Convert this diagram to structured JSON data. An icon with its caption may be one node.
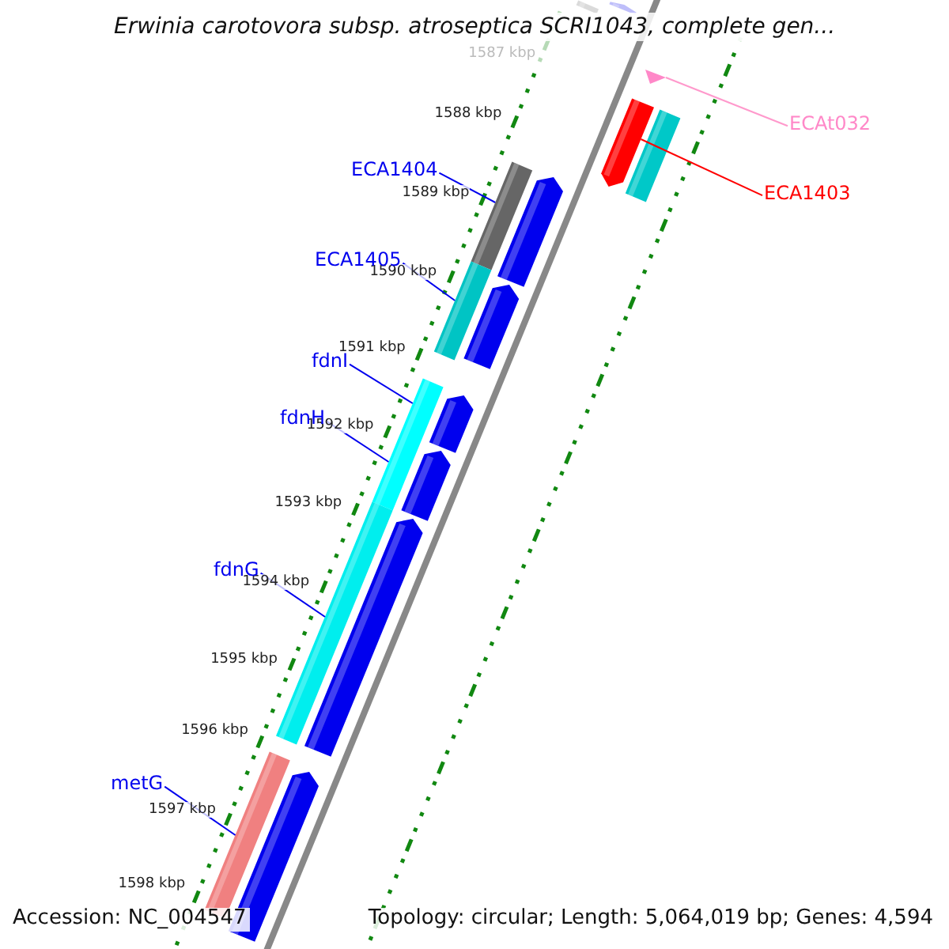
{
  "diagram": {
    "title": "Erwinia carotovora subsp. atroseptica SCRI1043, complete gen...",
    "nodes": [
      {
        "text": [
          "ECAt032"
        ]
      },
      {
        "text": [
          "ECA1404"
        ]
      },
      {
        "text": [
          "ECA1403"
        ]
      },
      {
        "text": [
          "ECA1405"
        ]
      },
      {
        "text": [
          "fdnI"
        ]
      },
      {
        "text": [
          "fdnH"
        ]
      },
      {
        "text": [
          "fdnG"
        ]
      },
      {
        "text": [
          "metG"
        ]
      },
      {
        "text": [],
        "shape": "bar"
      },
      {
        "text": [],
        "shape": "bar"
      },
      {
        "text": [],
        "shape": "triangle"
      },
      {
        "text": [],
        "shape": "bar"
      },
      {
        "text": [],
        "shape": "bar"
      },
      {
        "text": [],
        "shape": "bar"
      },
      {
        "text": [],
        "shape": "bar"
      },
      {
        "text": [],
        "shape": "bar"
      },
      {
        "text": [],
        "shape": "bar"
      },
      {
        "text": [],
        "shape": "bar"
      },
      {
        "text": [],
        "shape": "bar"
      },
      {
        "text": [],
        "shape": "bar"
      },
      {
        "text": [],
        "shape": "bar"
      },
      {
        "text": [],
        "shape": "bar"
      },
      {
        "text": [],
        "shape": "bar"
      },
      {
        "text": [],
        "shape": "bar"
      }
    ],
    "edges": [
      {
        "from": 0,
        "to": 10,
        "arrow": "none",
        "color": "#ff99cc"
      },
      {
        "from": 1,
        "to": 13,
        "arrow": "none"
      },
      {
        "from": 2,
        "to": 11,
        "arrow": "none",
        "color": "#ff0000"
      },
      {
        "from": 3,
        "to": 15,
        "arrow": "none"
      },
      {
        "from": 4,
        "to": 17,
        "arrow": "none"
      },
      {
        "from": 5,
        "to": 17,
        "arrow": "none"
      },
      {
        "from": 6,
        "to": 21,
        "arrow": "none"
      },
      {
        "from": 7,
        "to": 22,
        "arrow": "none"
      }
    ],
    "labels": [
      "1587 kbp",
      "1588 kbp",
      "1589 kbp",
      "1590 kbp",
      "1591 kbp",
      "1592 kbp",
      "1593 kbp",
      "1594 kbp",
      "1595 kbp",
      "1596 kbp",
      "1597 kbp",
      "1598 kbp",
      "Accession: NC_004547",
      "Topology: circular; Length: 5,064,019 bp; Genes: 4,594"
    ]
  }
}
